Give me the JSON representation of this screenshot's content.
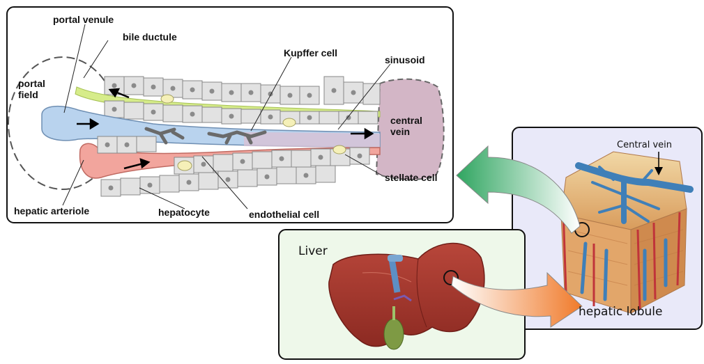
{
  "micro_panel": {
    "labels": {
      "portal_venule": "portal venule",
      "bile_ductule": "bile ductule",
      "portal_field": "portal\nfield",
      "kupffer_cell": "Kupffer cell",
      "sinusoid": "sinusoid",
      "central_vein": "central\nvein",
      "stellate_cell": "stellate cell",
      "hepatic_arteriole": "hepatic arteriole",
      "hepatocyte": "hepatocyte",
      "endothelial_cell": "endothelial cell"
    }
  },
  "lobule_panel": {
    "central_vein_label": "Central vein",
    "title": "hepatic lobule"
  },
  "liver_panel": {
    "title": "Liver"
  },
  "colors": {
    "portal_vein": "#b9d3ee",
    "arteriole": "#f2a59d",
    "bile": "#d6ec8a",
    "central_vein": "#d3b6c6",
    "hepatocyte": "#e2e2e2",
    "liver": "#a5372c",
    "lobule_bg": "#e9e9f9",
    "liver_bg": "#eef8ea",
    "arrow_green": "#3faa6a",
    "arrow_orange": "#f08a3e"
  }
}
